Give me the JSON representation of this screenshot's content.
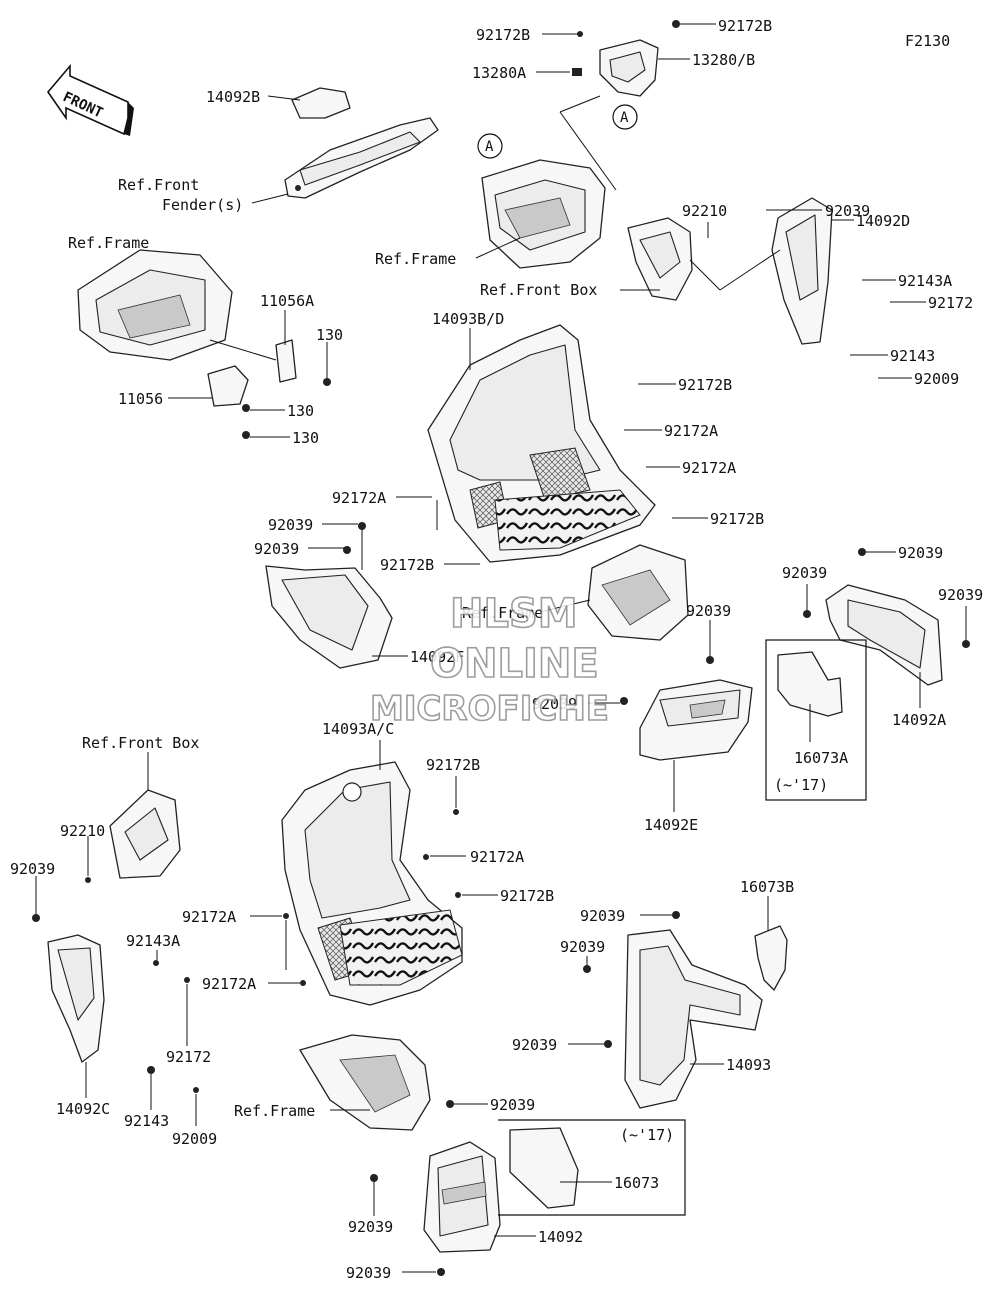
{
  "diagram_code": "F2130",
  "front_arrow": "FRONT",
  "watermark": [
    "HLSM",
    "ONLINE",
    "MICROFICHE"
  ],
  "callout_letter": "A",
  "labels": {
    "p92172B_top_left": "92172B",
    "p92172B_top_right": "92172B",
    "p13280A": "13280A",
    "p13280B": "13280/B",
    "p14092B": "14092B",
    "ref_front_fender_1": "Ref.Front",
    "ref_front_fender_2": "Fender(s)",
    "ref_frame_top_center": "Ref.Frame",
    "ref_frame_left": "Ref.Frame",
    "p92210_right": "92210",
    "p92039_right_top": "92039",
    "p14092D": "14092D",
    "ref_front_box_right": "Ref.Front Box",
    "p92143A_right": "92143A",
    "p92172_right": "92172",
    "p11056A": "11056A",
    "p130_a": "130",
    "p130_b": "130",
    "p130_c": "130",
    "p11056": "11056",
    "p14093BD": "14093B/D",
    "p92143_right": "92143",
    "p92009_right": "92009",
    "p92172B_mid1": "92172B",
    "p92172A_mid1": "92172A",
    "p92172A_mid2": "92172A",
    "p92172A_left_mid": "92172A",
    "p92172B_mid2": "92172B",
    "p92039_left_1": "92039",
    "p92039_left_2": "92039",
    "p92172B_mid3": "92172B",
    "ref_frame_mid": "Ref.Frame",
    "p14092F": "14092F",
    "p92039_mid_center": "92039",
    "p92039_mid_left": "92039",
    "p14092E": "14092E",
    "p92039_rb_1": "92039",
    "p92039_rb_2": "92039",
    "p92039_rb_3": "92039",
    "p16073A": "16073A",
    "p14092A": "14092A",
    "year_17_a": "(~'17)",
    "ref_front_box_left": "Ref.Front Box",
    "p14093AC": "14093A/C",
    "p92172B_low1": "92172B",
    "p92172A_low1": "92172A",
    "p92172B_low2": "92172B",
    "p92210_left": "92210",
    "p92039_far_left": "92039",
    "p92172A_low2": "92172A",
    "p92143A_left": "92143A",
    "p92172A_low3": "92172A",
    "p92172_left": "92172",
    "p16073B": "16073B",
    "p92039_lr_1": "92039",
    "p92039_lr_2": "92039",
    "p92039_lr_3": "92039",
    "p14093": "14093",
    "p14092C": "14092C",
    "p92143_left": "92143",
    "p92009_left": "92009",
    "ref_frame_bottom": "Ref.Frame",
    "p92039_bottom_1": "92039",
    "year_17_b": "(~'17)",
    "p16073": "16073",
    "p92039_bottom_2": "92039",
    "p14092": "14092",
    "p92039_bottom_3": "92039"
  }
}
